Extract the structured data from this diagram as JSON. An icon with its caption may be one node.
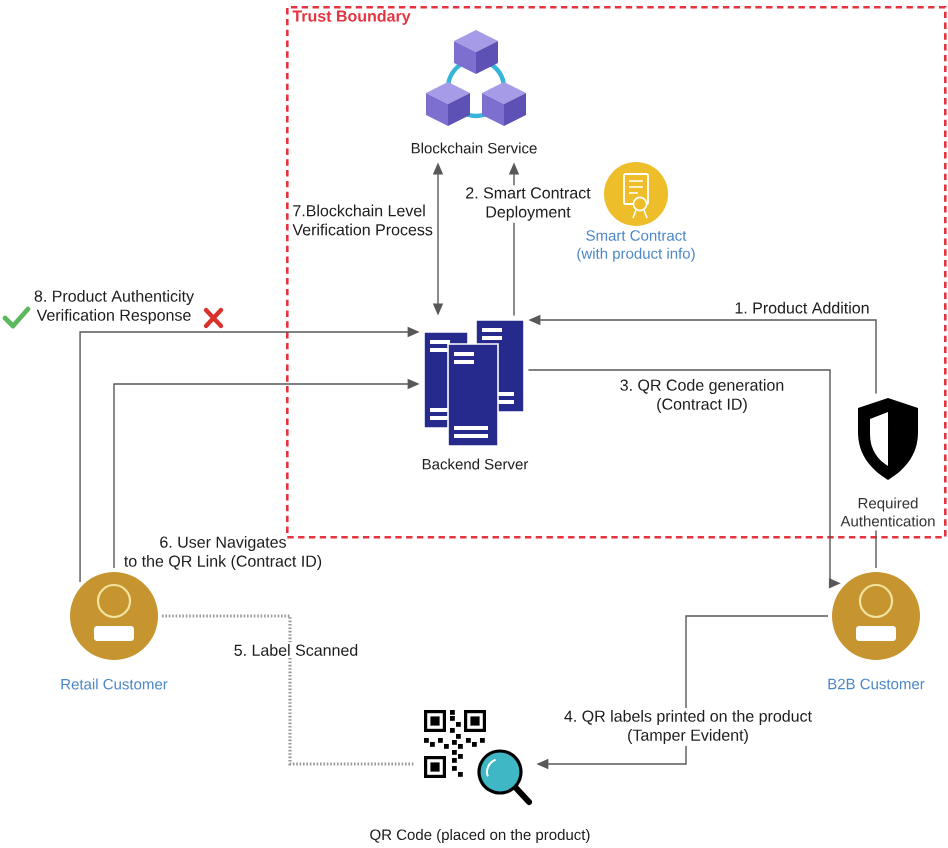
{
  "diagram": {
    "nodes": [
      {
        "text": [
          "Trust Boundary"
        ]
      },
      {
        "text": [
          "Blockchain Service"
        ],
        "in": 0
      },
      {
        "text": [
          "Smart Contract (with product info)"
        ],
        "in": 0
      },
      {
        "text": [
          "Backend Server"
        ],
        "in": 0
      },
      {
        "text": [
          "Required Authentication"
        ],
        "in": 0
      },
      {
        "text": [
          "Retail Customer"
        ]
      },
      {
        "text": [
          "B2B Customer"
        ]
      },
      {
        "text": [
          "QR Code (placed on the product)"
        ]
      }
    ],
    "edges": [
      {
        "from": 4,
        "to": 3,
        "arrow": "to",
        "label": "1. Product Addition"
      },
      {
        "from": 6,
        "to": 4,
        "arrow": "none"
      },
      {
        "from": 3,
        "to": 1,
        "arrow": "to",
        "label": "2. Smart Contract Deployment"
      },
      {
        "from": 3,
        "to": 6,
        "arrow": "to",
        "label": "3. QR Code generation (Contract ID)"
      },
      {
        "from": 6,
        "to": 7,
        "arrow": "to",
        "label": "4. QR labels printed on the product (Tamper Evident)"
      },
      {
        "from": 5,
        "to": 7,
        "arrow": "none",
        "label": "5. Label Scanned",
        "style": "dashed",
        "color": "#9a9a9a"
      },
      {
        "from": 5,
        "to": 3,
        "arrow": "to",
        "label": "6. User Navigates to the QR Link (Contract ID)"
      },
      {
        "from": 1,
        "to": 3,
        "arrow": "both",
        "label": "7.Blockchain Level Verification Process"
      },
      {
        "from": 5,
        "to": 3,
        "arrow": "to",
        "label": "8. Product Authenticity Verification Response"
      }
    ]
  }
}
